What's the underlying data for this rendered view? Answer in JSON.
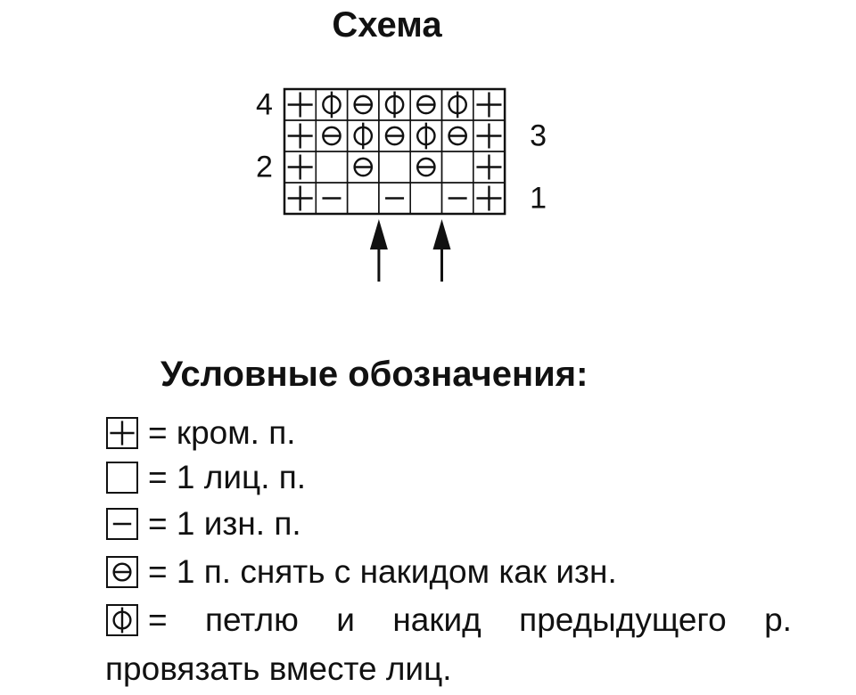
{
  "title": "Схема",
  "chart": {
    "columns": 7,
    "rows": [
      {
        "number": "4",
        "side": "left",
        "cells": [
          "edge",
          "yo-knit",
          "slip",
          "yo-knit",
          "slip",
          "yo-knit",
          "edge"
        ]
      },
      {
        "number": "3",
        "side": "right",
        "cells": [
          "edge",
          "slip",
          "yo-knit",
          "slip",
          "yo-knit",
          "slip",
          "edge"
        ]
      },
      {
        "number": "2",
        "side": "left",
        "cells": [
          "edge",
          "knit",
          "slip",
          "knit",
          "slip",
          "knit",
          "edge"
        ]
      },
      {
        "number": "1",
        "side": "right",
        "cells": [
          "edge",
          "purl",
          "knit",
          "purl",
          "knit",
          "purl",
          "edge"
        ]
      }
    ],
    "repeat_arrows": 2
  },
  "legend": {
    "title": "Условные обозначения:",
    "items": [
      {
        "symbol": "edge",
        "text": "= кром. п."
      },
      {
        "symbol": "knit",
        "text": "= 1 лиц. п."
      },
      {
        "symbol": "purl",
        "text": "= 1 изн. п."
      },
      {
        "symbol": "slip",
        "text": "= 1 п. снять с накидом как изн."
      },
      {
        "symbol": "yo-knit",
        "words": [
          "=",
          "петлю",
          "и",
          "накид",
          "предыдущего",
          "р."
        ],
        "continuation": "провязать вместе лиц."
      }
    ]
  }
}
